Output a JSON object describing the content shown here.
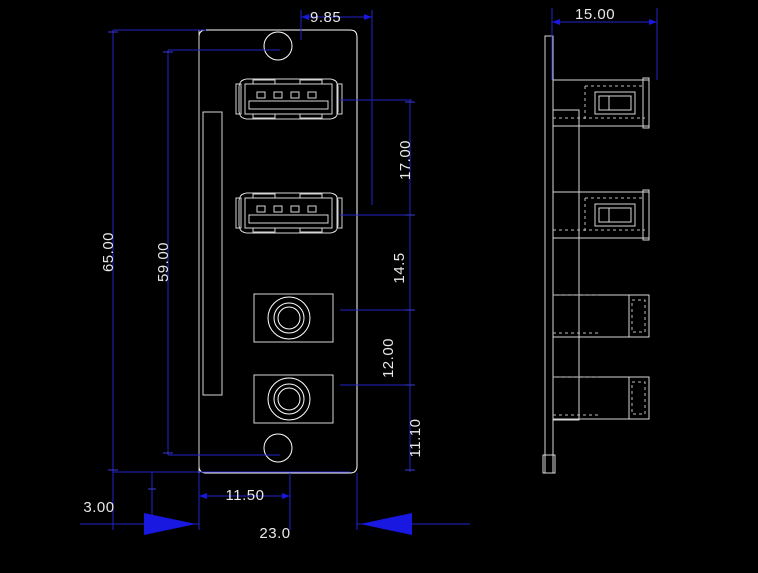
{
  "drawing": {
    "title": "USB and Audio Jack Faceplate Mechanical Drawing",
    "background_color": "#000000",
    "object_color": "#ffffff",
    "dimension_color": "#2222cc",
    "text_color": "#e8e8e8",
    "units": "mm"
  },
  "dimensions": {
    "top_front_width": "9.85",
    "top_side_width": "15.00",
    "left_outer_height": "65.00",
    "left_inner_height": "59.00",
    "right_chain_1": "17.00",
    "right_chain_2": "14.5",
    "right_chain_3": "12.00",
    "right_chain_4": "11.10",
    "bottom_left_offset": "3.00",
    "bottom_inner_width": "11.50",
    "bottom_overall_width": "23.0"
  },
  "front_view": {
    "name": "front-view",
    "faceplate_label": "faceplate-outline",
    "mounting_hole_top": "mounting-hole-top",
    "mounting_hole_bottom": "mounting-hole-bottom",
    "slot_label": "vertical-slot",
    "ports": [
      {
        "type": "usb-a-port",
        "index": 1
      },
      {
        "type": "usb-a-port",
        "index": 2
      },
      {
        "type": "audio-jack",
        "index": 1
      },
      {
        "type": "audio-jack",
        "index": 2
      }
    ]
  },
  "side_view": {
    "name": "side-view",
    "bodies": [
      {
        "type": "usb-connector-body",
        "index": 1
      },
      {
        "type": "usb-connector-body",
        "index": 2
      },
      {
        "type": "audio-jack-body",
        "index": 1
      },
      {
        "type": "audio-jack-body",
        "index": 2
      }
    ]
  }
}
